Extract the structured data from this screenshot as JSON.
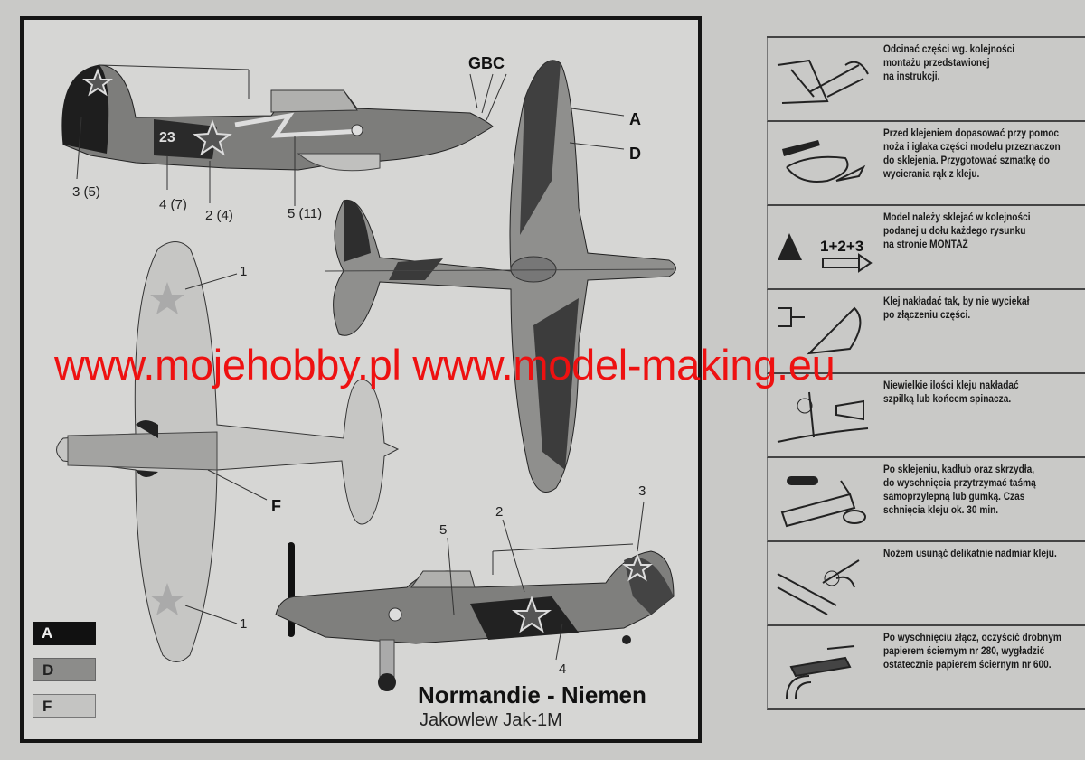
{
  "sheet": {
    "aircraft_title": "Normandie - Niemen",
    "aircraft_subtitle": "Jakowlew Jak-1M",
    "callouts": {
      "gbc": "GBC",
      "a": "A",
      "d": "D",
      "f": "F",
      "side_top": [
        "3  (5)",
        "4 (7)",
        "2  (4)",
        "5 (11)"
      ],
      "bottom_view": [
        "1",
        "1"
      ],
      "side_bottom": [
        "5",
        "2",
        "3",
        "4"
      ],
      "fuselage_number": "23"
    },
    "color_legend": [
      {
        "code": "A",
        "color": "#111111"
      },
      {
        "code": "D",
        "color": "#8c8c8a"
      },
      {
        "code": "F",
        "color": "#c4c4c2"
      }
    ]
  },
  "instructions": [
    {
      "icon": "sprue-cutter-icon",
      "text": "Odcinać części wg. kolejności\nmontażu przedstawionej\nna instrukcji."
    },
    {
      "icon": "knife-file-icon",
      "text": "Przed klejeniem dopasować przy pomoc\nnoża i iglaka części modelu przeznaczon\ndo sklejenia. Przygotować szmatkę do\nwycierania rąk z kleju."
    },
    {
      "icon": "sequence-arrow-icon",
      "sequence": "1+2+3",
      "text": "Model należy sklejać w kolejności\npodanej u dołu każdego rysunku\nna stronie MONTAŻ"
    },
    {
      "icon": "glue-tube-icon",
      "text": "Klej nakładać tak, by nie wyciekał\npo złączeniu części."
    },
    {
      "icon": "glue-pin-icon",
      "text": "Niewielkie ilości kleju nakładać\nszpilką lub końcem spinacza."
    },
    {
      "icon": "tape-clamp-icon",
      "text": "Po sklejeniu, kadłub oraz skrzydła,\ndo wyschnięcia przytrzymać taśmą\nsamoprzylepną lub gumką. Czas\nschnięcia kleju ok. 30 min."
    },
    {
      "icon": "knife-trim-icon",
      "text": "Nożem usunąć delikatnie nadmiar kleju."
    },
    {
      "icon": "sanding-icon",
      "text": "Po wyschnięciu złącz, oczyścić drobnym\npapierem ściernym nr 280, wygładzić\nostatecznie papierem ściernym nr 600."
    }
  ],
  "watermark": "www.mojehobby.pl www.model-making.eu"
}
